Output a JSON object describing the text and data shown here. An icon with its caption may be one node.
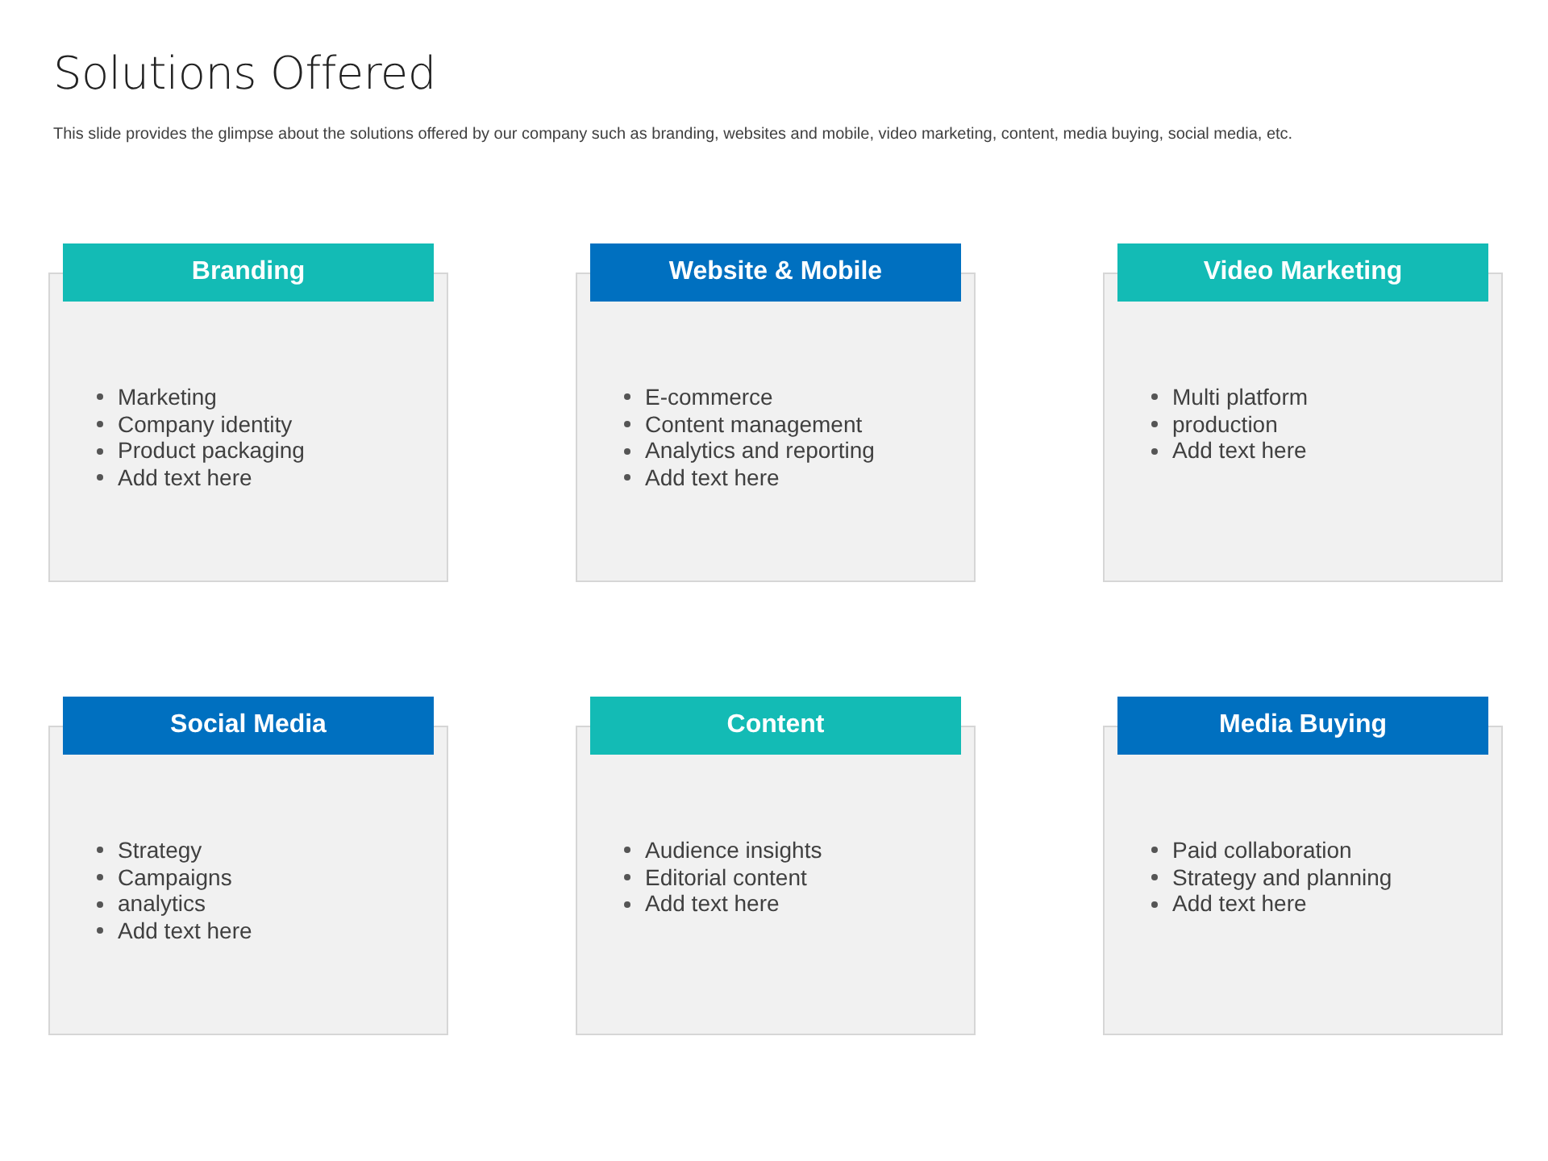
{
  "diagram": {
    "title": "Solutions Offered",
    "nodes": [
      {
        "text": [
          "Branding"
        ]
      },
      {
        "text": [
          "Marketing",
          "Company identity",
          "Product packaging",
          "Add text here"
        ]
      },
      {
        "text": [
          "Website & Mobile"
        ]
      },
      {
        "text": [
          "E-commerce",
          "Content management",
          "Analytics and reporting",
          "Add text here"
        ]
      },
      {
        "text": [
          "Video Marketing"
        ]
      },
      {
        "text": [
          "Multi platform",
          "production",
          "Add text here"
        ]
      },
      {
        "text": [
          "Social Media"
        ]
      },
      {
        "text": [
          "Strategy",
          "Campaigns",
          "analytics",
          "Add text here"
        ]
      },
      {
        "text": [
          "Content"
        ]
      },
      {
        "text": [
          "Audience insights",
          "Editorial content",
          "Add text here"
        ]
      },
      {
        "text": [
          "Media Buying"
        ]
      },
      {
        "text": [
          "Paid collaboration",
          "Strategy and planning",
          "Add text here"
        ]
      }
    ],
    "edges": [],
    "labels": [
      "This slide provides the glimpse about the solutions offered by our company such as branding, websites and mobile, video marketing, content, media buying, social media, etc."
    ]
  }
}
